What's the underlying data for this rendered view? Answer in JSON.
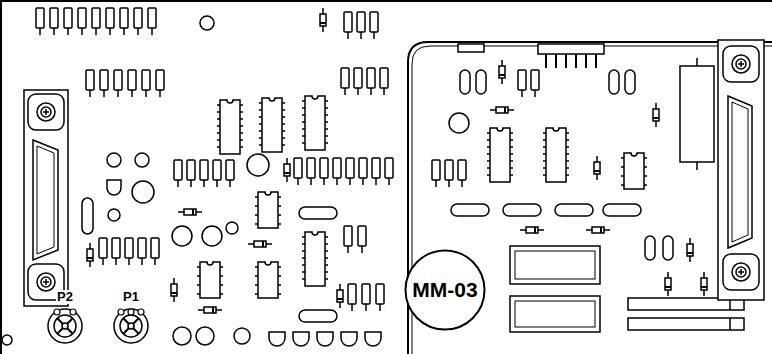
{
  "diagram": {
    "nodes": [
      {
        "text": [
          "MM-03"
        ]
      }
    ],
    "labels": [
      "P2",
      "P1"
    ]
  }
}
